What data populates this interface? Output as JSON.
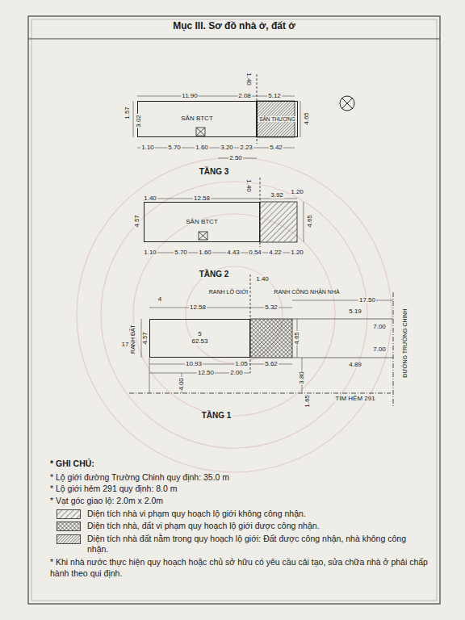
{
  "diagram": {
    "title": "Mục III. Sơ đồ nhà ở, đất ở",
    "nodes": [
      {
        "text": [
          "SÂN BTCT"
        ]
      },
      {
        "text": [
          "SÂN THƯỢNG"
        ]
      },
      {
        "text": [
          "SÂN BTCT"
        ]
      },
      {
        "text": [
          "5",
          "62.53"
        ]
      }
    ],
    "labels": [
      "1.40",
      "11.90",
      "2.08",
      "5.12",
      "1.57",
      "3.02",
      "4.65",
      "1.10",
      "5.70",
      "1.60",
      "3.20",
      "2.23",
      "5.42",
      "2.50",
      "TẦNG 3",
      "1.40",
      "1.40",
      "12.58",
      "3.92",
      "1.20",
      "4.57",
      "4.65",
      "1.10",
      "5.70",
      "1.60",
      "4.43",
      "0.54",
      "4.22",
      "1.20",
      "TẦNG 2",
      "1.40",
      "RANH LỘ GIỚI",
      "RANH CÔNG NHẬN NHÀ",
      "17.50",
      "4",
      "12.58",
      "5.32",
      "5.19",
      "7.00",
      "17",
      "RANH ĐẤT",
      "4.57",
      "4.65",
      "10.93",
      "1.05",
      "5.62",
      "4.89",
      "7.00",
      "12.50",
      "2.00",
      "4.00",
      "3.80",
      "1.65",
      "TIM HẺM 291",
      "ĐƯỜNG TRƯỜNG CHINH",
      "TẦNG 1",
      "* GHI CHÚ:",
      "* Lộ giới đường Trường Chinh quy định: 35.0 m",
      "* Lộ giới hẻm 291 quy định: 8.0 m",
      "* Vạt góc giao lộ: 2.0m x 2.0m",
      "* Khi nhà nước thực hiện quy hoạch hoặc chủ sở hữu có yêu cầu cải tạo, sửa chữa nhà ở phải chấp hành theo qui định."
    ],
    "legend": [
      {
        "text": "Diện tích nhà vi phạm quy hoạch lộ giới không công nhận."
      },
      {
        "text": "Diện tích nhà, đất vi phạm quy hoạch lộ giới được công nhận."
      },
      {
        "text": "Diện tích nhà đất nằm trong quy hoạch lộ giới: Đất được công nhận, nhà không công nhận."
      }
    ]
  }
}
